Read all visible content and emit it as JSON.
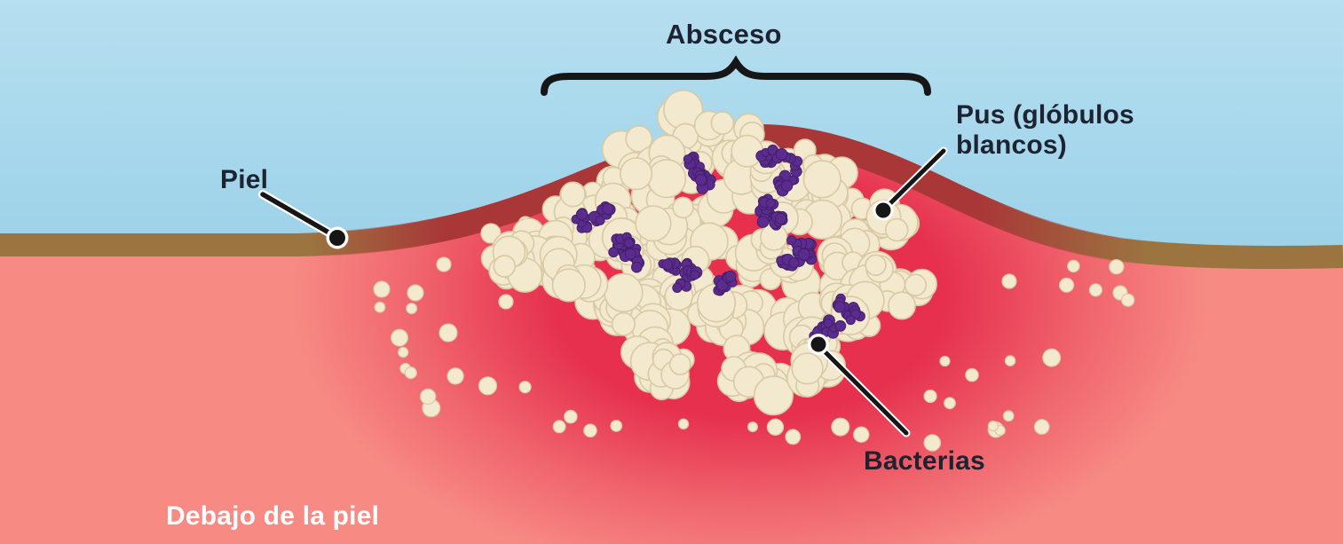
{
  "diagram": {
    "title": "Absceso",
    "labels": {
      "absceso": "Absceso",
      "piel": "Piel",
      "pus": "Pus (glóbulos blancos)",
      "bacterias": "Bacterias",
      "debajo_de_la_piel": "Debajo de la piel"
    },
    "colors": {
      "sky-top": "#b6dff0",
      "sky-bottom": "#7fc2e0",
      "skin-brown": "#9b7440",
      "rim-red": "#a93737",
      "inflamed-red": "#e6304e",
      "underskin-salmon": "#f78b84",
      "pus-cream": "#f3e9cf",
      "pus-outline": "#d9c9a4",
      "bacteria-purple": "#5c2b8e",
      "bacteria-outline": "#41206a",
      "label-dark": "#1d2331",
      "label-white": "#ffffff",
      "pointer-black": "#161616"
    }
  }
}
